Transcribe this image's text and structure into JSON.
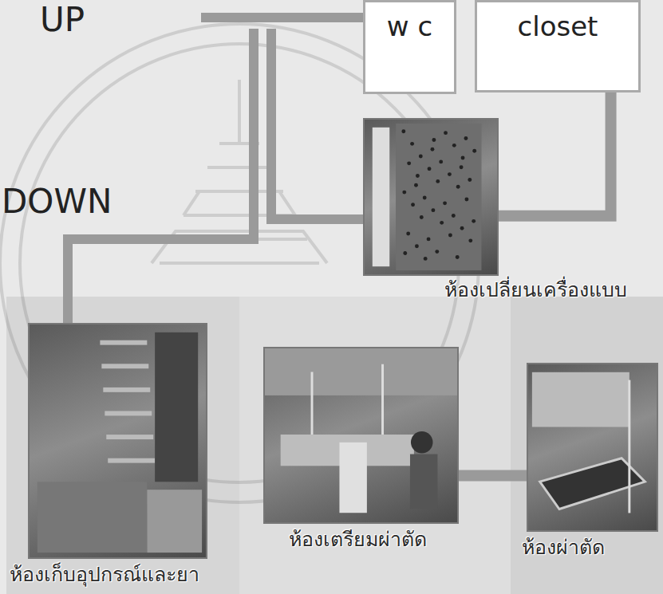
{
  "diagram": {
    "nodes": [
      {
        "text": [
          "w c"
        ]
      },
      {
        "text": [
          "closet"
        ]
      },
      {
        "text": [
          "ห้องเปลี่ยนเครื่องแบบ"
        ]
      },
      {
        "text": [
          "ห้องเก็บอุปกรณ์และยา"
        ]
      },
      {
        "text": [
          "ห้องเตรียมผ่าตัด"
        ]
      },
      {
        "text": [
          "ห้องผ่าตัด"
        ]
      }
    ],
    "edges": [
      {
        "from": 1,
        "to": 2,
        "arrow": "none"
      },
      {
        "from": 4,
        "to": 5,
        "arrow": "none"
      }
    ],
    "labels": [
      "UP",
      "DOWN"
    ]
  }
}
